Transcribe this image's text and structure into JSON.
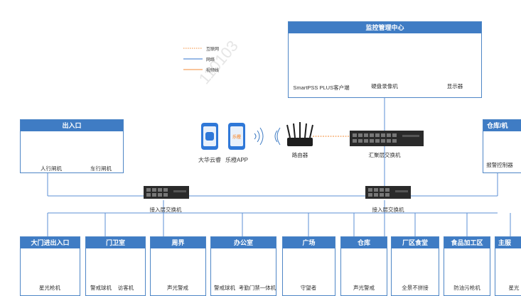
{
  "legend": {
    "items": [
      {
        "label": "互联网",
        "color": "#f5a25d",
        "style": "dotted"
      },
      {
        "label": "网络",
        "color": "#5b8fd6",
        "style": "solid"
      },
      {
        "label": "视频线",
        "color": "#f5a25d",
        "style": "solid"
      }
    ]
  },
  "monitor_center": {
    "title": "监控管理中心",
    "devices": [
      "SmartPSS PLUS客户端",
      "硬盘录像机",
      "显示器"
    ]
  },
  "entrance": {
    "title": "出入口",
    "devices": [
      "人行闸机",
      "车行闸机"
    ]
  },
  "warehouse": {
    "title": "仓库/机",
    "devices": [
      "报警控制器"
    ]
  },
  "center": {
    "apps": [
      "大华云睿",
      "乐橙APP"
    ],
    "router": "路由器",
    "agg_switch": "汇聚层交换机",
    "access_switch_1": "接入层交换机",
    "access_switch_2": "接入层交换机"
  },
  "zones": [
    {
      "title": "大门进出入口",
      "devices": [
        "星光枪机"
      ]
    },
    {
      "title": "门卫室",
      "devices": [
        "警戒球机",
        "访客机"
      ]
    },
    {
      "title": "周界",
      "devices": [
        "声光警戒"
      ]
    },
    {
      "title": "办公室",
      "devices": [
        "警戒球机",
        "考勤门禁一体机"
      ]
    },
    {
      "title": "广场",
      "devices": [
        "守望者"
      ]
    },
    {
      "title": "仓库",
      "devices": [
        "声光警戒"
      ]
    },
    {
      "title": "厂区食堂",
      "devices": [
        "全景不拼接"
      ]
    },
    {
      "title": "食品加工区",
      "devices": [
        "防油污枪机"
      ]
    },
    {
      "title": "主服",
      "devices": [
        "星光"
      ]
    }
  ],
  "colors": {
    "header_blue": "#3f7cc4",
    "line_blue": "#5b8fd6",
    "line_orange": "#f5a25d",
    "device_dark": "#2b2b2b"
  }
}
